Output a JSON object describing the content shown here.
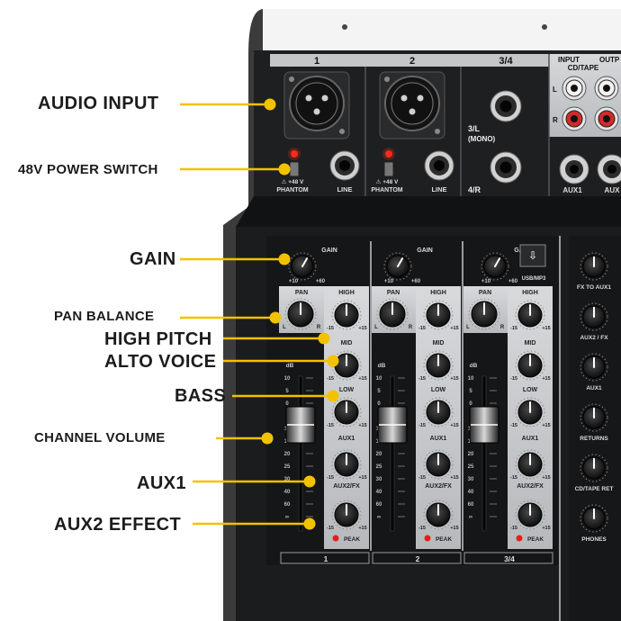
{
  "callouts": [
    {
      "key": "audio_input",
      "label": "AUDIO INPUT"
    },
    {
      "key": "phantom",
      "label": "48V POWER SWITCH"
    },
    {
      "key": "gain",
      "label": "GAIN"
    },
    {
      "key": "pan",
      "label": "PAN BALANCE"
    },
    {
      "key": "high",
      "label": "HIGH PITCH"
    },
    {
      "key": "mid",
      "label": "ALTO VOICE"
    },
    {
      "key": "bass",
      "label": "BASS"
    },
    {
      "key": "volume",
      "label": "CHANNEL VOLUME"
    },
    {
      "key": "aux1",
      "label": "AUX1"
    },
    {
      "key": "aux2",
      "label": "AUX2 EFFECT"
    }
  ],
  "mixer": {
    "channel_numbers": [
      "1",
      "2",
      "3/4"
    ],
    "io_header": {
      "input": "INPUT",
      "output": "OUTP",
      "cd_tape": "CD/TAPE"
    },
    "lr": [
      "L",
      "R"
    ],
    "stereo_jack_labels": [
      "3/L",
      "(MONO)",
      "4/R"
    ],
    "phantom_label": "PHANTOM",
    "plus48v_label": "+48 V",
    "line_label": "LINE",
    "aux1_jack_label": "AUX1",
    "aux_cut_label": "AUX",
    "gain_label": "GAIN",
    "pan_label": "PAN",
    "high_label": "HIGH",
    "mid_label": "MID",
    "low_label": "LOW",
    "aux1_label": "AUX1",
    "aux2fx_label": "AUX2/FX",
    "peak_label": "PEAK",
    "db_label": "dB",
    "usb_label": "USB/MP3",
    "gain_min": "+10",
    "gain_max": "+60",
    "eq_min": "-15",
    "eq_max": "+15",
    "pan_l": "L",
    "pan_r": "R",
    "fader_scale": [
      "10",
      "5",
      "0",
      "5",
      "10",
      "15",
      "20",
      "25",
      "30",
      "40",
      "60",
      "∞"
    ],
    "master_labels": [
      "FX TO AUX1",
      "AUX2 / FX",
      "AUX1",
      "RETURNS",
      "CD/TAPE RET",
      "PHONES"
    ]
  },
  "colors": {
    "callout_line": "#f2c200",
    "panel_dark": "#1d1f21",
    "panel_silver": "#c4c6c8",
    "led_red": "#ff2a1a",
    "peak_red": "#e0201a"
  }
}
